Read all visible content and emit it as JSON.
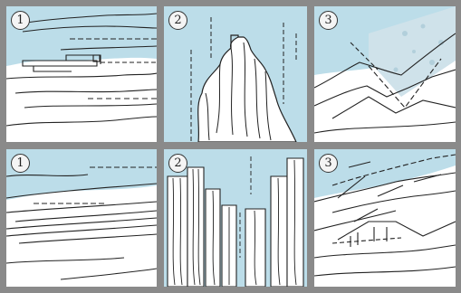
{
  "figure": {
    "panels": [
      {
        "id": "top-1",
        "number": "1"
      },
      {
        "id": "top-2",
        "number": "2"
      },
      {
        "id": "top-3",
        "number": "3"
      },
      {
        "id": "bottom-1",
        "number": "1"
      },
      {
        "id": "bottom-2",
        "number": "2"
      },
      {
        "id": "bottom-3",
        "number": "3"
      }
    ]
  },
  "colors": {
    "sky": "#bcdde9",
    "ground": "#ffffff",
    "frame": "#8a8a8a",
    "ink": "#222222"
  }
}
